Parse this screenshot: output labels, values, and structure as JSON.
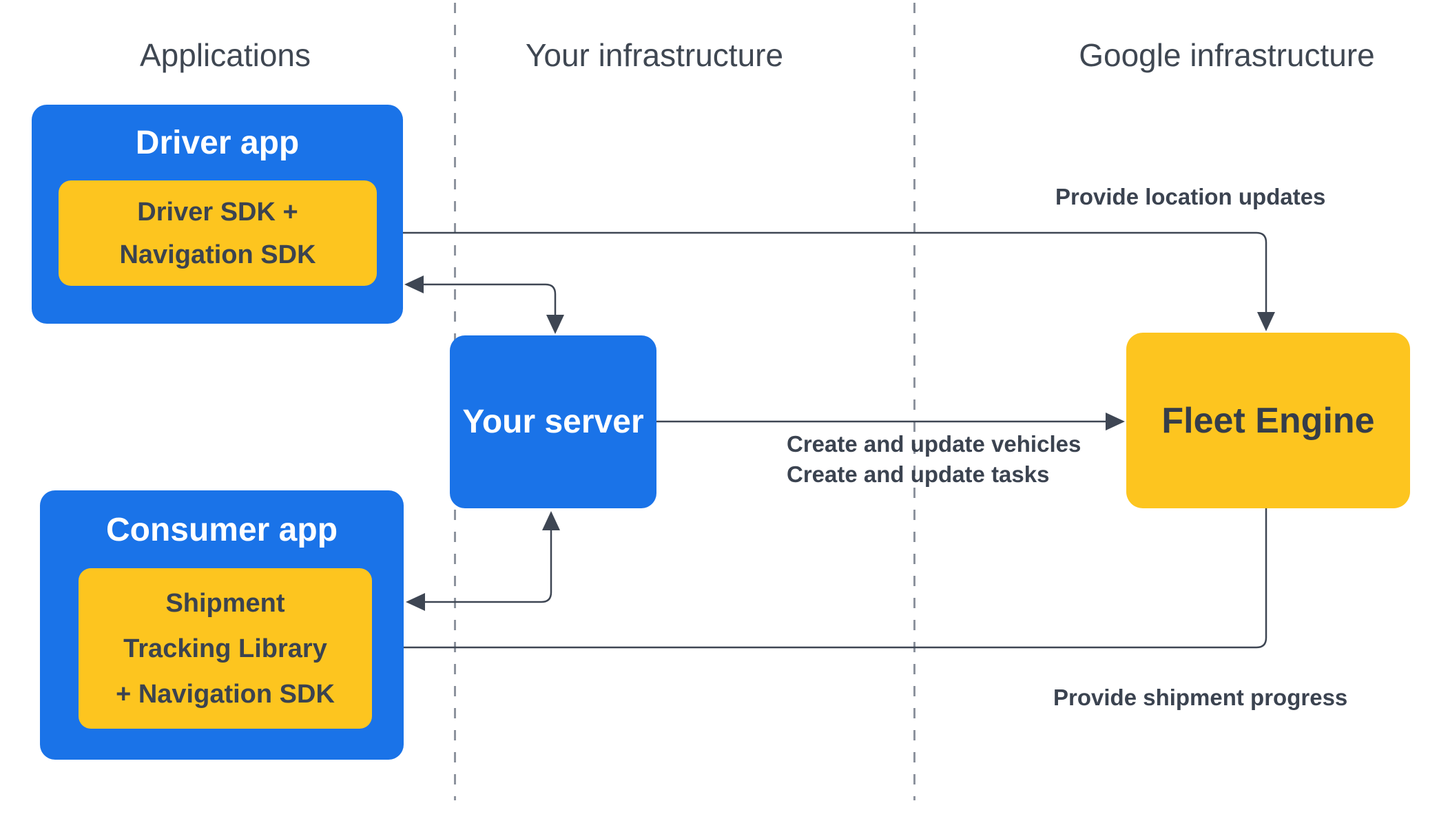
{
  "columns": {
    "applications": "Applications",
    "your_infrastructure": "Your infrastructure",
    "google_infrastructure": "Google infrastructure"
  },
  "nodes": {
    "driver_app": {
      "title": "Driver app",
      "sdk_lines": [
        "Driver SDK +",
        "Navigation SDK"
      ]
    },
    "consumer_app": {
      "title": "Consumer app",
      "sdk_lines": [
        "Shipment",
        "Tracking Library",
        "+ Navigation SDK"
      ]
    },
    "your_server": {
      "title": "Your server"
    },
    "fleet_engine": {
      "title": "Fleet Engine"
    }
  },
  "edge_labels": {
    "provide_location_updates": "Provide location updates",
    "create_update_vehicles": "Create and update vehicles",
    "create_update_tasks": "Create and update tasks",
    "provide_shipment_progress": "Provide shipment progress"
  },
  "colors": {
    "box_blue": "#1a73e8",
    "box_yellow": "#fdc51f",
    "line": "#3e4653",
    "dash": "#8d939e",
    "text_dark": "#3b4350",
    "text_header": "#3f4752",
    "text_on_blue": "#ffffff",
    "text_fleet": "#353d4a",
    "bg": "#ffffff"
  }
}
